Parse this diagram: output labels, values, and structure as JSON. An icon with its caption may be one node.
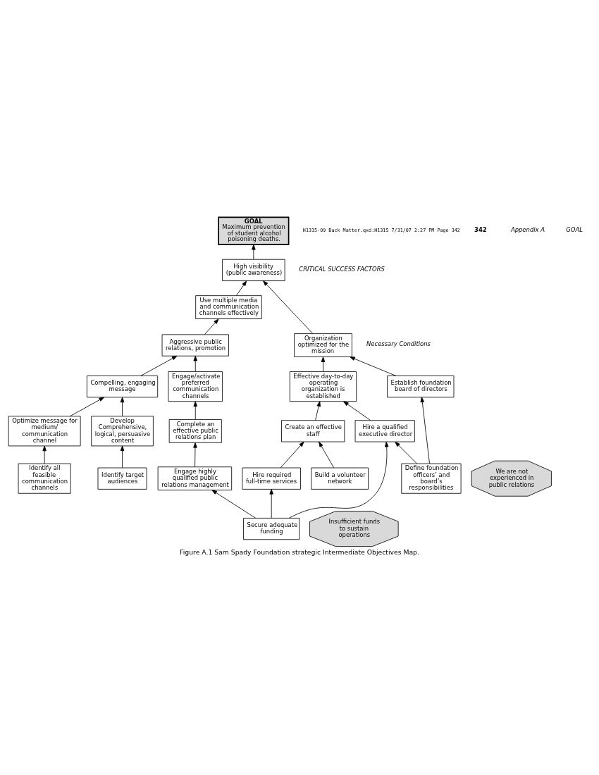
{
  "diagram": {
    "caption": "Figure A.1 Sam Spady Foundation strategic Intermediate Objectives Map.",
    "nodes": [
      {
        "text": [
          "GOAL",
          "Maximum prevention of student alcohol poisoning deaths."
        ]
      },
      {
        "text": [
          "High visibility (public awareness)"
        ]
      },
      {
        "text": [
          "Use multiple media and communication channels effectively"
        ]
      },
      {
        "text": [
          "Organization optimized for the mission"
        ]
      },
      {
        "text": [
          "Aggressive public relations, promotion"
        ]
      },
      {
        "text": [
          "Establish foundation board of directors"
        ]
      },
      {
        "text": [
          "Effective day-to-day operating organization is established"
        ]
      },
      {
        "text": [
          "Compelling, engaging message"
        ]
      },
      {
        "text": [
          "Engage/activate preferred communication channels"
        ]
      },
      {
        "text": [
          "Hire a qualified executive director"
        ]
      },
      {
        "text": [
          "Create an effective staff"
        ]
      },
      {
        "text": [
          "Optimize message for medium/ communication channel"
        ]
      },
      {
        "text": [
          "Develop Comprehensive, logical, persuasive content"
        ]
      },
      {
        "text": [
          "Complete an effective public relations plan"
        ]
      },
      {
        "text": [
          "Define foundation officers’ and board’s responsibilities"
        ]
      },
      {
        "text": [
          "Build a volunteer network"
        ]
      },
      {
        "text": [
          "We are not experienced in public relations"
        ]
      },
      {
        "text": [
          "Hire required full-time services"
        ]
      },
      {
        "text": [
          "Identify all feasible communication channels"
        ]
      },
      {
        "text": [
          "Identify target audiences"
        ]
      },
      {
        "text": [
          "Engage highly qualified public relations management"
        ]
      },
      {
        "text": [
          "Insufficient funds to sustain operations"
        ]
      },
      {
        "text": [
          "Secure adequate funding"
        ]
      }
    ],
    "edges": [
      {
        "from": 1,
        "to": 0,
        "arrow": "to"
      },
      {
        "from": 2,
        "to": 1,
        "arrow": "to"
      },
      {
        "from": 3,
        "to": 1,
        "arrow": "to"
      },
      {
        "from": 4,
        "to": 2,
        "arrow": "to"
      },
      {
        "from": 5,
        "to": 3,
        "arrow": "to"
      },
      {
        "from": 6,
        "to": 3,
        "arrow": "to"
      },
      {
        "from": 7,
        "to": 4,
        "arrow": "to"
      },
      {
        "from": 8,
        "to": 4,
        "arrow": "to"
      },
      {
        "from": 14,
        "to": 5,
        "arrow": "to"
      },
      {
        "from": 9,
        "to": 6,
        "arrow": "to"
      },
      {
        "from": 10,
        "to": 6,
        "arrow": "to"
      },
      {
        "from": 11,
        "to": 7,
        "arrow": "to"
      },
      {
        "from": 12,
        "to": 7,
        "arrow": "to"
      },
      {
        "from": 13,
        "to": 8,
        "arrow": "to"
      },
      {
        "from": 14,
        "to": 9,
        "arrow": "to"
      },
      {
        "from": 15,
        "to": 10,
        "arrow": "to"
      },
      {
        "from": 17,
        "to": 10,
        "arrow": "to"
      },
      {
        "from": 18,
        "to": 11,
        "arrow": "to"
      },
      {
        "from": 19,
        "to": 12,
        "arrow": "to"
      },
      {
        "from": 20,
        "to": 13,
        "arrow": "to"
      },
      {
        "from": 22,
        "to": 20,
        "arrow": "to"
      },
      {
        "from": 22,
        "to": 9,
        "arrow": "to"
      },
      {
        "from": 22,
        "to": 17,
        "arrow": "to"
      }
    ],
    "labels": [
      "H1315-09 Back Matter.qxd:H1315 7/31/07 2:27 PM Page 342",
      "342",
      "Appendix A",
      "GOAL",
      "CRITICAL SUCCESS FACTORS",
      "Necessary Conditions"
    ]
  }
}
